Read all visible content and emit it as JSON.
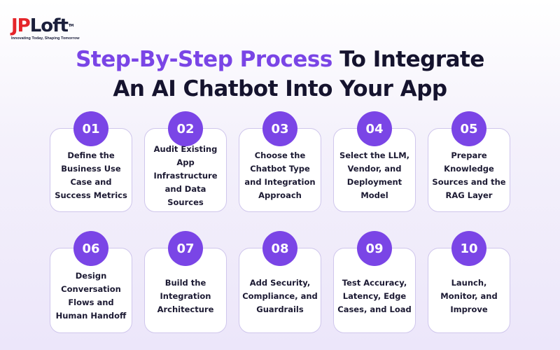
{
  "brand": {
    "logo_jp": "JP",
    "logo_loft": "Loft",
    "logo_tm": "TM",
    "tagline": "Innovating Today, Shaping Tomorrow"
  },
  "heading": {
    "accent": "Step-By-Step Process",
    "rest_line1": " To Integrate",
    "line2": "An AI Chatbot Into Your App"
  },
  "steps": [
    {
      "number": "01",
      "text": "Define the Business Use Case and Success Metrics"
    },
    {
      "number": "02",
      "text": "Audit Existing App Infrastructure and Data Sources"
    },
    {
      "number": "03",
      "text": "Choose the Chatbot Type and Integration Approach"
    },
    {
      "number": "04",
      "text": "Select the LLM, Vendor, and Deployment Model"
    },
    {
      "number": "05",
      "text": "Prepare Knowledge Sources and the RAG Layer"
    },
    {
      "number": "06",
      "text": "Design Conversation Flows and Human Handoff"
    },
    {
      "number": "07",
      "text": "Build the Integration Architecture"
    },
    {
      "number": "08",
      "text": "Add Security, Compliance, and Guardrails"
    },
    {
      "number": "09",
      "text": "Test Accuracy, Latency, Edge Cases, and Load"
    },
    {
      "number": "10",
      "text": "Launch, Monitor, and Improve"
    }
  ],
  "colors": {
    "accent": "#7a45e6",
    "logo_red": "#e5252a",
    "logo_navy": "#1b1f3b",
    "card_border": "#cfc6ec"
  }
}
